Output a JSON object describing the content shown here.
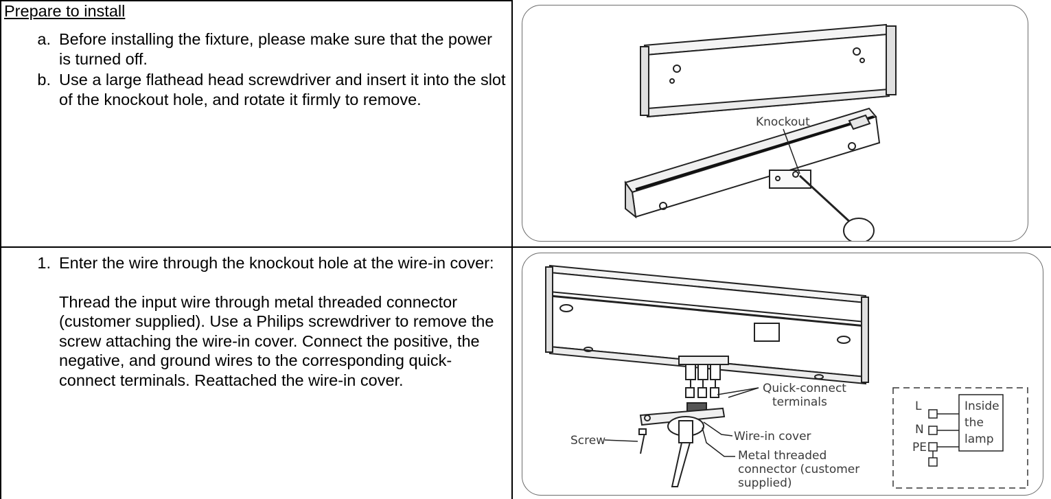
{
  "section1": {
    "heading": "Prepare to install",
    "items": [
      {
        "marker": "a.",
        "text": "Before installing the fixture, please make sure that the power is turned off."
      },
      {
        "marker": "b.",
        "text": "Use a large flathead head screwdriver and insert it into the slot of the knockout hole, and rotate it firmly to remove."
      }
    ],
    "figure": {
      "labels": {
        "knockout": "Knockout"
      }
    }
  },
  "section2": {
    "item": {
      "marker": "1.",
      "lead": "Enter the wire through the knockout hole at the wire-in cover:",
      "body": "Thread the input wire through metal threaded connector (customer supplied). Use a Philips screwdriver to remove the screw attaching the wire-in cover. Connect the positive, the negative, and ground wires to the corresponding quick-connect terminals. Reattached the wire-in cover."
    },
    "figure": {
      "labels": {
        "quick_connect_1": "Quick-connect",
        "quick_connect_2": "terminals",
        "wire_in_cover": "Wire-in cover",
        "screw": "Screw",
        "metal_1": "Metal threaded",
        "metal_2": "connector (customer",
        "metal_3": "supplied)"
      },
      "legend": {
        "L": "L",
        "N": "N",
        "PE": "PE",
        "inside_1": "Inside",
        "inside_2": "the",
        "inside_3": "lamp"
      }
    }
  }
}
